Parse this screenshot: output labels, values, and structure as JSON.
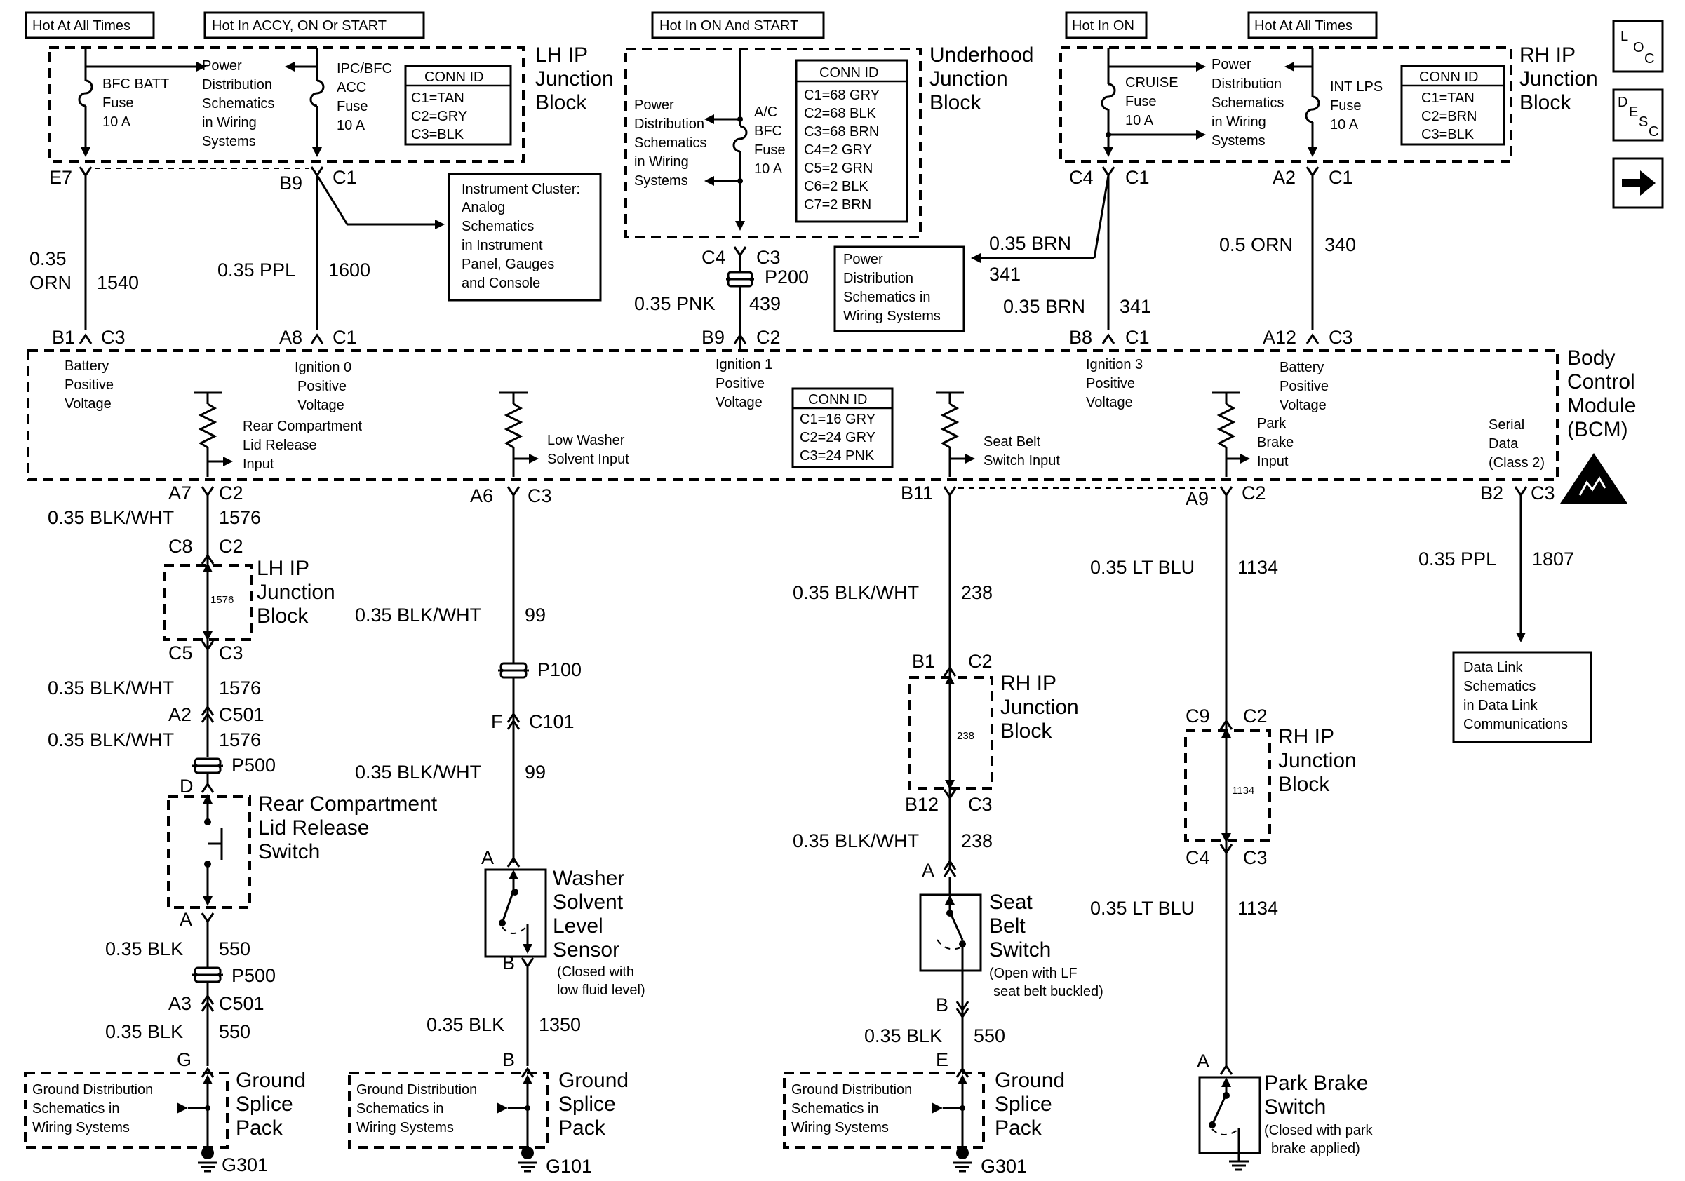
{
  "header": {
    "hot_lh_1": "Hot At All Times",
    "hot_lh_2": "Hot In ACCY, ON Or START",
    "hot_uh": "Hot In ON And START",
    "hot_rh_1": "Hot In ON",
    "hot_rh_2": "Hot At All Times"
  },
  "side_buttons": {
    "loc": [
      "L",
      "O",
      "C"
    ],
    "desc": [
      "D",
      "E",
      "S",
      "C"
    ],
    "next_icon": "arrow-right-icon"
  },
  "lh_ip_junction_block": {
    "title": [
      "LH IP",
      "Junction",
      "Block"
    ],
    "fuse1": [
      "BFC BATT",
      "Fuse",
      "10 A"
    ],
    "fuse2": [
      "IPC/BFC",
      "ACC",
      "Fuse",
      "10 A"
    ],
    "power_dist": [
      "Power",
      "Distribution",
      "Schematics",
      "in Wiring",
      "Systems"
    ],
    "conn_id": {
      "title": "CONN ID",
      "rows": [
        "C1=TAN",
        "C2=GRY",
        "C3=BLK"
      ]
    },
    "pins": {
      "e7": "E7",
      "b9": "B9",
      "c1": "C1"
    }
  },
  "instrument_cluster_ref": [
    "Instrument Cluster:",
    "Analog",
    "Schematics",
    "in Instrument",
    "Panel, Gauges",
    "and Console"
  ],
  "underhood_junction_block": {
    "title": [
      "Underhood",
      "Junction",
      "Block"
    ],
    "power_dist": [
      "Power",
      "Distribution",
      "Schematics",
      "in Wiring",
      "Systems"
    ],
    "fuse": [
      "A/C",
      "BFC",
      "Fuse",
      "10 A"
    ],
    "conn_id": {
      "title": "CONN ID",
      "rows": [
        "C1=68 GRY",
        "C2=68 BLK",
        "C3=68 BRN",
        "C4=2 GRY",
        "C5=2 GRN",
        "C6=2 BLK",
        "C7=2 BRN"
      ]
    },
    "pins": {
      "c4": "C4",
      "c3": "C3"
    },
    "splice": "P200"
  },
  "rh_ip_junction_block_top": {
    "title": [
      "RH IP",
      "Junction",
      "Block"
    ],
    "fuse1": [
      "CRUISE",
      "Fuse",
      "10 A"
    ],
    "fuse2": [
      "INT LPS",
      "Fuse",
      "10 A"
    ],
    "power_dist": [
      "Power",
      "Distribution",
      "Schematics",
      "in Wiring",
      "Systems"
    ],
    "conn_id": {
      "title": "CONN ID",
      "rows": [
        "C1=TAN",
        "C2=BRN",
        "C3=BLK"
      ]
    },
    "pins": {
      "c4": "C4",
      "c1a": "C1",
      "a2": "A2",
      "c1b": "C1"
    }
  },
  "power_dist_ref_mid": [
    "Power",
    "Distribution",
    "Schematics in",
    "Wiring Systems"
  ],
  "wires_top": {
    "w1540": {
      "gauge": "0.35",
      "color": "ORN",
      "circuit": "1540"
    },
    "w1600": {
      "label": "0.35 PPL",
      "circuit": "1600"
    },
    "w439": {
      "label": "0.35 PNK",
      "circuit": "439"
    },
    "w341a": {
      "label": "0.35 BRN",
      "circuit": "341"
    },
    "w341b": {
      "label": "0.35 BRN",
      "circuit": "341"
    },
    "w340": {
      "label": "0.5 ORN",
      "circuit": "340"
    }
  },
  "bcm": {
    "title": [
      "Body",
      "Control",
      "Module",
      "(BCM)"
    ],
    "pins_top": {
      "b1": "B1",
      "c3a": "C3",
      "a8": "A8",
      "c1a": "C1",
      "b9": "B9",
      "c2": "C2",
      "b8": "B8",
      "c1b": "C1",
      "a12": "A12",
      "c3b": "C3"
    },
    "bat_v1": [
      "Battery",
      "Positive",
      "Voltage"
    ],
    "ign0": [
      "Ignition 0",
      "Positive",
      "Voltage"
    ],
    "ign1": [
      "Ignition 1",
      "Positive",
      "Voltage"
    ],
    "ign3": [
      "Ignition 3",
      "Positive",
      "Voltage"
    ],
    "bat_v2": [
      "Battery",
      "Positive",
      "Voltage"
    ],
    "rear_lid": [
      "Rear Compartment",
      "Lid Release",
      "Input"
    ],
    "low_washer": [
      "Low Washer",
      "Solvent Input"
    ],
    "seat_belt": [
      "Seat Belt",
      "Switch Input"
    ],
    "park_brake": [
      "Park",
      "Brake",
      "Input"
    ],
    "serial": [
      "Serial",
      "Data",
      "(Class 2)"
    ],
    "conn_id": {
      "title": "CONN ID",
      "rows": [
        "C1=16 GRY",
        "C2=24 GRY",
        "C3=24 PNK"
      ]
    },
    "pins_bottom": {
      "a7": "A7",
      "c2a": "C2",
      "a6": "A6",
      "c3a": "C3",
      "b11": "B11",
      "a9": "A9",
      "c2b": "C2",
      "b2": "B2",
      "c3b": "C3"
    },
    "esd_icon": "esd-warning-icon"
  },
  "col1": {
    "w1576a": {
      "label": "0.35 BLK/WHT",
      "circuit": "1576"
    },
    "pin_c8": "C8",
    "pin_c2": "C2",
    "lh_block": [
      "LH IP",
      "Junction",
      "Block"
    ],
    "inner": "1576",
    "pin_c5": "C5",
    "pin_c3": "C3",
    "w1576b": {
      "label": "0.35 BLK/WHT",
      "circuit": "1576"
    },
    "pin_a2": "A2",
    "pin_c501": "C501",
    "w1576c": {
      "label": "0.35 BLK/WHT",
      "circuit": "1576"
    },
    "p500a": "P500",
    "pin_d": "D",
    "switch": [
      "Rear Compartment",
      "Lid Release",
      "Switch"
    ],
    "pin_a": "A",
    "w550a": {
      "label": "0.35 BLK",
      "circuit": "550"
    },
    "p500b": "P500",
    "pin_a3": "A3",
    "pin_c501b": "C501",
    "w550b": {
      "label": "0.35 BLK",
      "circuit": "550"
    },
    "pin_g": "G",
    "ground_ref": [
      "Ground Distribution",
      "Schematics in",
      "Wiring Systems"
    ],
    "splice": [
      "Ground",
      "Splice",
      "Pack"
    ],
    "ground": "G301"
  },
  "col2": {
    "w99a": {
      "label": "0.35 BLK/WHT",
      "circuit": "99"
    },
    "p100": "P100",
    "pin_f": "F",
    "pin_c101": "C101",
    "w99b": {
      "label": "0.35 BLK/WHT",
      "circuit": "99"
    },
    "pin_a": "A",
    "sensor": [
      "Washer",
      "Solvent",
      "Level",
      "Sensor"
    ],
    "sensor_note": [
      "(Closed with",
      "low fluid level)"
    ],
    "pin_b": "B",
    "w1350": {
      "label": "0.35 BLK",
      "circuit": "1350"
    },
    "pin_b2": "B",
    "ground_ref": [
      "Ground Distribution",
      "Schematics in",
      "Wiring Systems"
    ],
    "splice": [
      "Ground",
      "Splice",
      "Pack"
    ],
    "ground": "G101"
  },
  "col3": {
    "w238a": {
      "label": "0.35 BLK/WHT",
      "circuit": "238"
    },
    "pin_b1": "B1",
    "pin_c2": "C2",
    "rh_block": [
      "RH IP",
      "Junction",
      "Block"
    ],
    "inner": "238",
    "pin_b12": "B12",
    "pin_c3": "C3",
    "w238b": {
      "label": "0.35 BLK/WHT",
      "circuit": "238"
    },
    "pin_a": "A",
    "switch": [
      "Seat",
      "Belt",
      "Switch"
    ],
    "switch_note": [
      "(Open with LF",
      "seat belt buckled)"
    ],
    "pin_b": "B",
    "w550": {
      "label": "0.35 BLK",
      "circuit": "550"
    },
    "pin_e": "E",
    "ground_ref": [
      "Ground Distribution",
      "Schematics in",
      "Wiring Systems"
    ],
    "splice": [
      "Ground",
      "Splice",
      "Pack"
    ],
    "ground": "G301"
  },
  "col4": {
    "w1134a": {
      "label": "0.35 LT BLU",
      "circuit": "1134"
    },
    "pin_c9": "C9",
    "pin_c2": "C2",
    "rh_block": [
      "RH IP",
      "Junction",
      "Block"
    ],
    "inner": "1134",
    "pin_c4": "C4",
    "pin_c3": "C3",
    "w1134b": {
      "label": "0.35 LT BLU",
      "circuit": "1134"
    },
    "pin_a": "A",
    "switch": [
      "Park Brake",
      "Switch"
    ],
    "switch_note": [
      "(Closed with park",
      "brake applied)"
    ]
  },
  "col5": {
    "w1807": {
      "label": "0.35 PPL",
      "circuit": "1807"
    },
    "data_link": [
      "Data Link",
      "Schematics",
      "in Data Link",
      "Communications"
    ]
  }
}
